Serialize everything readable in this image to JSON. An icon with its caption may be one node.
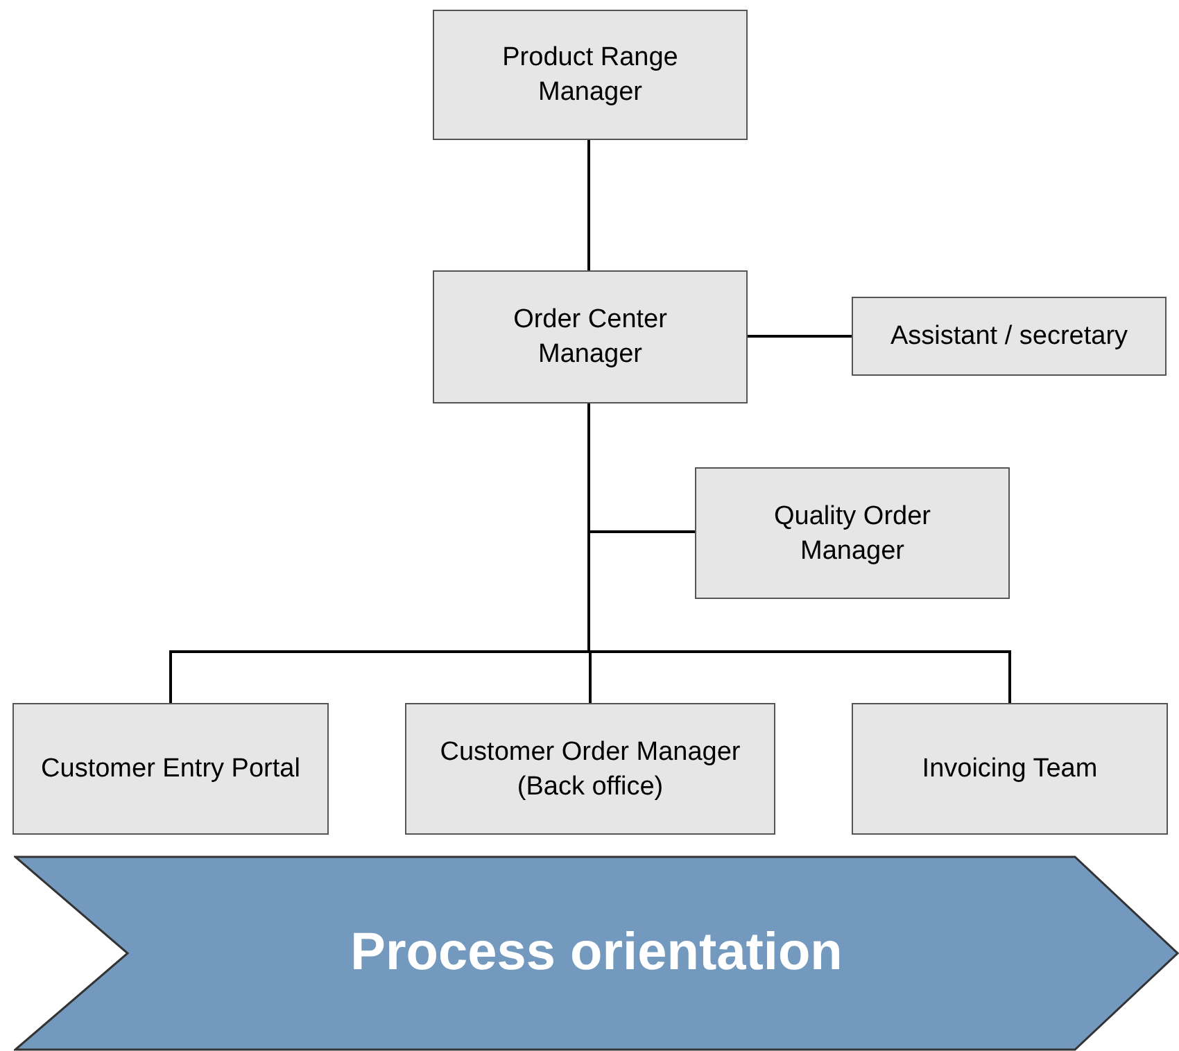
{
  "diagram": {
    "nodes": [
      {
        "text": [
          "Product Range Manager"
        ]
      },
      {
        "text": [
          "Order Center Manager"
        ]
      },
      {
        "text": [
          "Assistant / secretary"
        ]
      },
      {
        "text": [
          "Quality Order Manager"
        ]
      },
      {
        "text": [
          "Customer Entry Portal"
        ]
      },
      {
        "text": [
          "Customer Order Manager (Back office)"
        ]
      },
      {
        "text": [
          "Invoicing Team"
        ]
      },
      {
        "text": [
          "Process orientation"
        ]
      }
    ],
    "edges": [
      {
        "from": 0,
        "to": 1,
        "arrow": "none"
      },
      {
        "from": 1,
        "to": 2,
        "arrow": "none"
      },
      {
        "from": 1,
        "to": 3,
        "arrow": "none"
      },
      {
        "from": 1,
        "to": 4,
        "arrow": "none"
      },
      {
        "from": 1,
        "to": 5,
        "arrow": "none"
      },
      {
        "from": 1,
        "to": 6,
        "arrow": "none"
      }
    ]
  }
}
